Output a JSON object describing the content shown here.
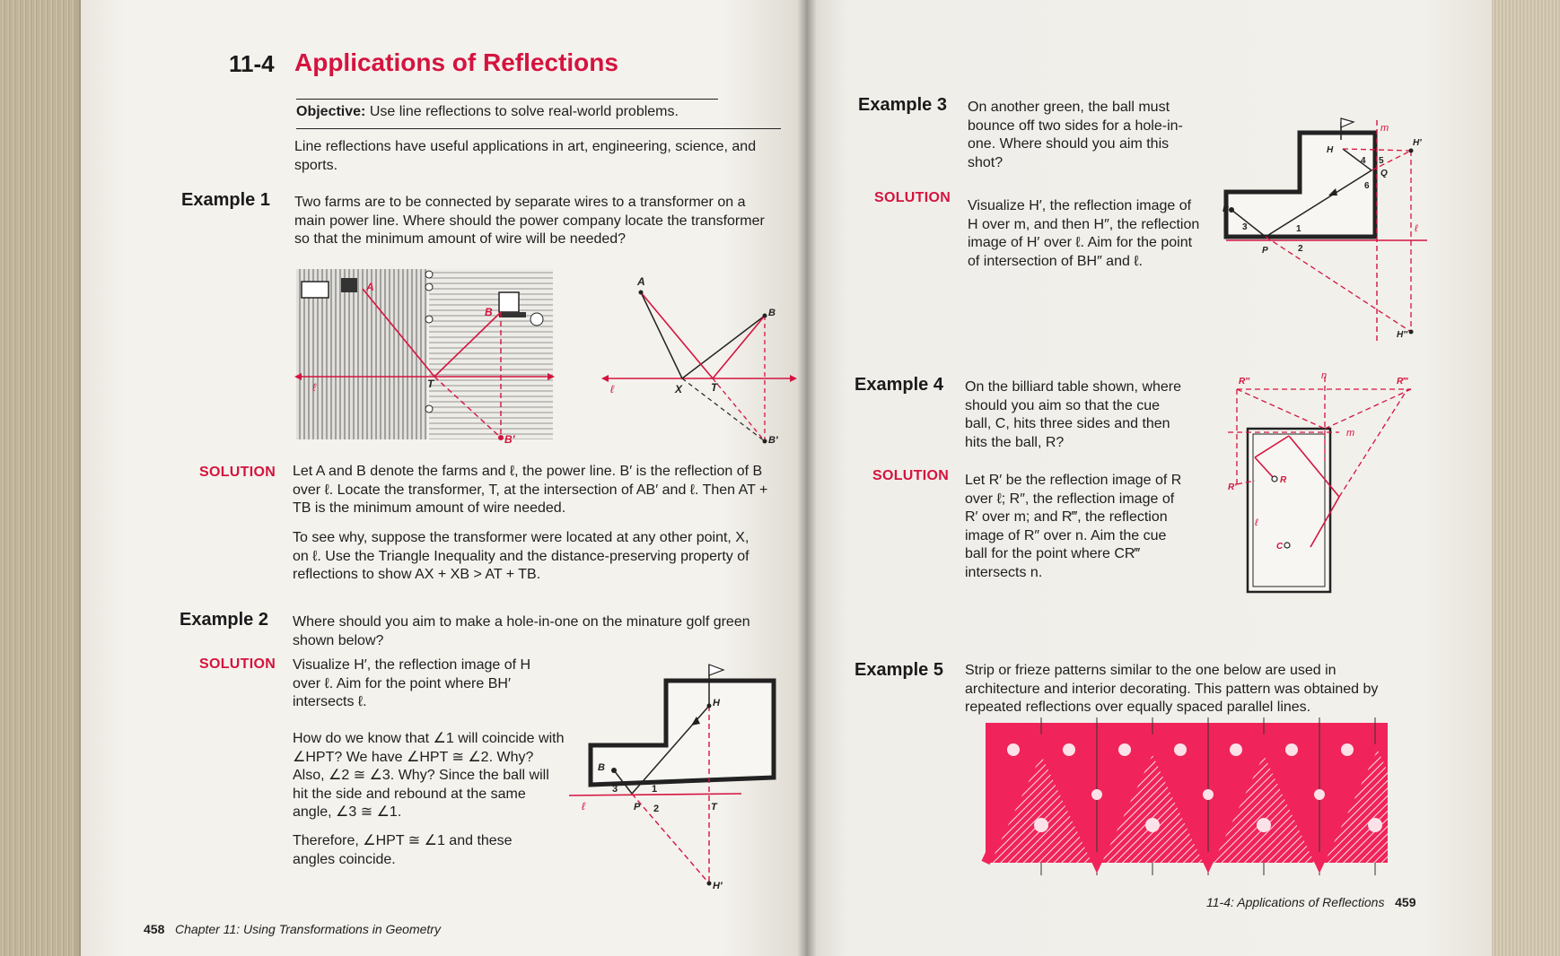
{
  "left_page": {
    "section_number": "11-4",
    "section_title": "Applications of Reflections",
    "objective_label": "Objective:",
    "objective_text": "Use line reflections to solve real-world problems.",
    "intro": "Line reflections have useful applications in art, engineering, science, and sports.",
    "example1": {
      "label": "Example 1",
      "problem": "Two farms are to be connected by separate wires to a transformer on a main power line. Where should the power company locate the transformer so that the minimum amount of wire will be needed?",
      "solution_label": "SOLUTION",
      "solution_p1": "Let A and B denote the farms and ℓ, the power line. B′ is the reflection of B over ℓ. Locate the transformer, T, at the intersection of AB′ and ℓ. Then AT + TB is the minimum amount of wire needed.",
      "solution_p2": "To see why, suppose the transformer were located at any other point, X, on ℓ. Use the Triangle Inequality and the distance-preserving property of reflections to show AX + XB > AT + TB.",
      "fig_labels": {
        "A": "A",
        "B": "B",
        "Bp": "B′",
        "T": "T",
        "X": "X",
        "l": "ℓ"
      }
    },
    "example2": {
      "label": "Example 2",
      "problem": "Where should you aim to make a hole-in-one on the minature golf green shown below?",
      "solution_label": "SOLUTION",
      "solution_p1": "Visualize H′, the reflection image of H over ℓ. Aim for the point where BH′ intersects ℓ.",
      "solution_p2": "How do we know that ∠1 will coincide with ∠HPT? We have ∠HPT ≅ ∠2. Why? Also, ∠2 ≅ ∠3. Why? Since the ball will hit the side and rebound at the same angle, ∠3 ≅ ∠1.",
      "solution_p3": "Therefore, ∠HPT ≅ ∠1 and these angles coincide.",
      "fig_labels": {
        "H": "H",
        "Hp": "H′",
        "B": "B",
        "P": "P",
        "T": "T",
        "l": "ℓ",
        "a1": "1",
        "a2": "2",
        "a3": "3"
      }
    },
    "footer_page": "458",
    "footer_chapter": "Chapter 11: Using Transformations in Geometry"
  },
  "right_page": {
    "example3": {
      "label": "Example 3",
      "problem": "On another green, the ball must bounce off two sides for a hole-in-one. Where should you aim this shot?",
      "solution_label": "SOLUTION",
      "solution": "Visualize H′, the reflection image of H over m, and then H″, the reflection image of H′ over ℓ. Aim for the point of intersection of BH″ and ℓ.",
      "fig_labels": {
        "H": "H",
        "Hp": "H′",
        "Hpp": "H″",
        "B": "B",
        "P": "P",
        "Q": "Q",
        "m": "m",
        "l": "ℓ",
        "a1": "1",
        "a2": "2",
        "a3": "3",
        "a4": "4",
        "a5": "5",
        "a6": "6"
      }
    },
    "example4": {
      "label": "Example 4",
      "problem": "On the billiard table shown, where should you aim so that the cue ball, C, hits three sides and then hits the ball, R?",
      "solution_label": "SOLUTION",
      "solution": "Let R′ be the reflection image of R over ℓ; R″, the reflection image of R′ over m; and R‴, the reflection image of R″ over n. Aim the cue ball for the point where CR‴ intersects n.",
      "fig_labels": {
        "Rpp": "R″",
        "n": "n",
        "Rppp": "R‴",
        "m": "m",
        "Rp": "R′",
        "R": "R",
        "l": "ℓ",
        "C": "C"
      }
    },
    "example5": {
      "label": "Example 5",
      "problem": "Strip or frieze patterns similar to the one below are used in architecture and interior decorating. This pattern was obtained by repeated reflections over equally spaced parallel lines."
    },
    "footer_section": "11-4: Applications of Reflections",
    "footer_page": "459"
  },
  "colors": {
    "accent": "#d4143f",
    "frieze": "#f0245a",
    "page": "#f3f1ec",
    "ink": "#1e1e1e"
  }
}
